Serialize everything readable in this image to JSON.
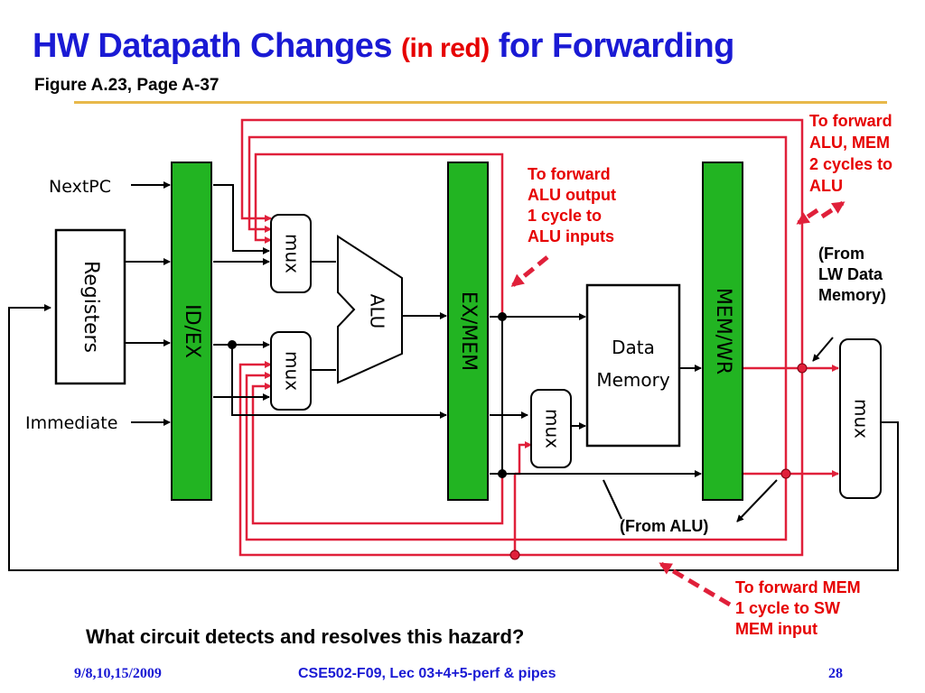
{
  "slide": {
    "title_part1": "HW Datapath Changes ",
    "title_red": "(in red)",
    "title_part2": " for Forwarding",
    "subtitle": "Figure A.23, Page A-37",
    "question": "What circuit detects and resolves this hazard?"
  },
  "diagram": {
    "labels": {
      "nextpc": "NextPC",
      "immediate": "Immediate",
      "registers": "Registers",
      "id_ex": "ID/EX",
      "ex_mem": "EX/MEM",
      "mem_wr": "MEM/WR",
      "alu": "ALU",
      "mux": "mux",
      "data_memory_1": "Data",
      "data_memory_2": "Memory",
      "from_alu": "(From ALU)"
    },
    "annotations": {
      "fwd_alu_1": "To forward",
      "fwd_alu_2": "ALU output",
      "fwd_alu_3": "1 cycle to",
      "fwd_alu_4": "ALU inputs",
      "fwd_mem2_1": "To forward",
      "fwd_mem2_2": "ALU, MEM",
      "fwd_mem2_3": "2 cycles to",
      "fwd_mem2_4": "ALU",
      "from_lw_1": "(From",
      "from_lw_2": "LW Data",
      "from_lw_3": "Memory)",
      "fwd_sw_1": "To forward MEM",
      "fwd_sw_2": "1 cycle to SW",
      "fwd_sw_3": "MEM input"
    },
    "colors": {
      "pipeline_register": "#22b422",
      "forwarding_path": "#e0203a",
      "datapath": "#000000"
    }
  },
  "footer": {
    "date": "9/8,10,15/2009",
    "course": "CSE502-F09, Lec 03+4+5-perf & pipes",
    "page": "28"
  }
}
